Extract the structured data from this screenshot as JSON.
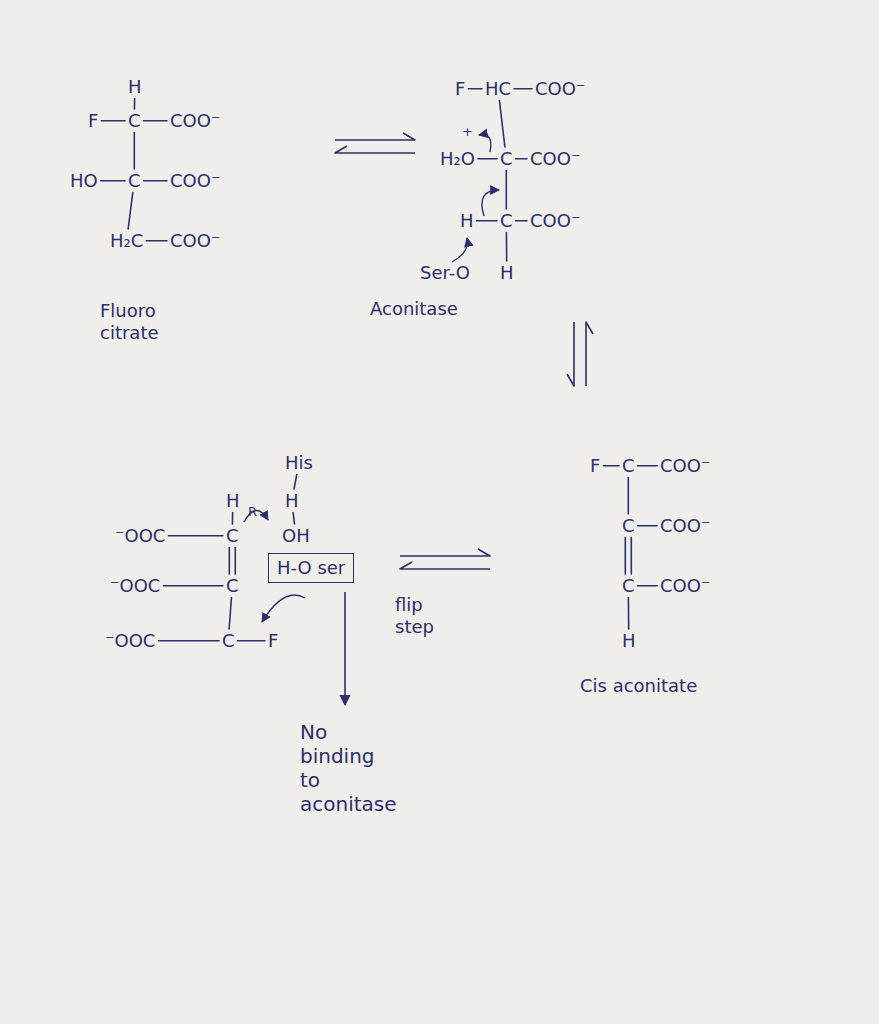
{
  "diagram": {
    "nodes": [
      {
        "text": [
          "H-O ser"
        ]
      }
    ],
    "labels": [
      "H",
      "F",
      "C",
      "COO⁻",
      "HO",
      "C",
      "COO⁻",
      "H₂C",
      "COO⁻",
      "Fluoro citrate",
      "F",
      "HC",
      "COO⁻",
      "+",
      "H₂O",
      "C",
      "COO⁻",
      "H",
      "C",
      "COO⁻",
      "H",
      "Ser-O",
      "Aconitase",
      "F",
      "C",
      "COO⁻",
      "C",
      "COO⁻",
      "C",
      "COO⁻",
      "H",
      "Cis aconitate",
      "His",
      "H",
      "H",
      "⁻OOC",
      "C",
      "R",
      "OH",
      "⁻OOC",
      "C",
      "⁻OOC",
      "C",
      "F",
      "flip step",
      "No binding to aconitase"
    ]
  }
}
